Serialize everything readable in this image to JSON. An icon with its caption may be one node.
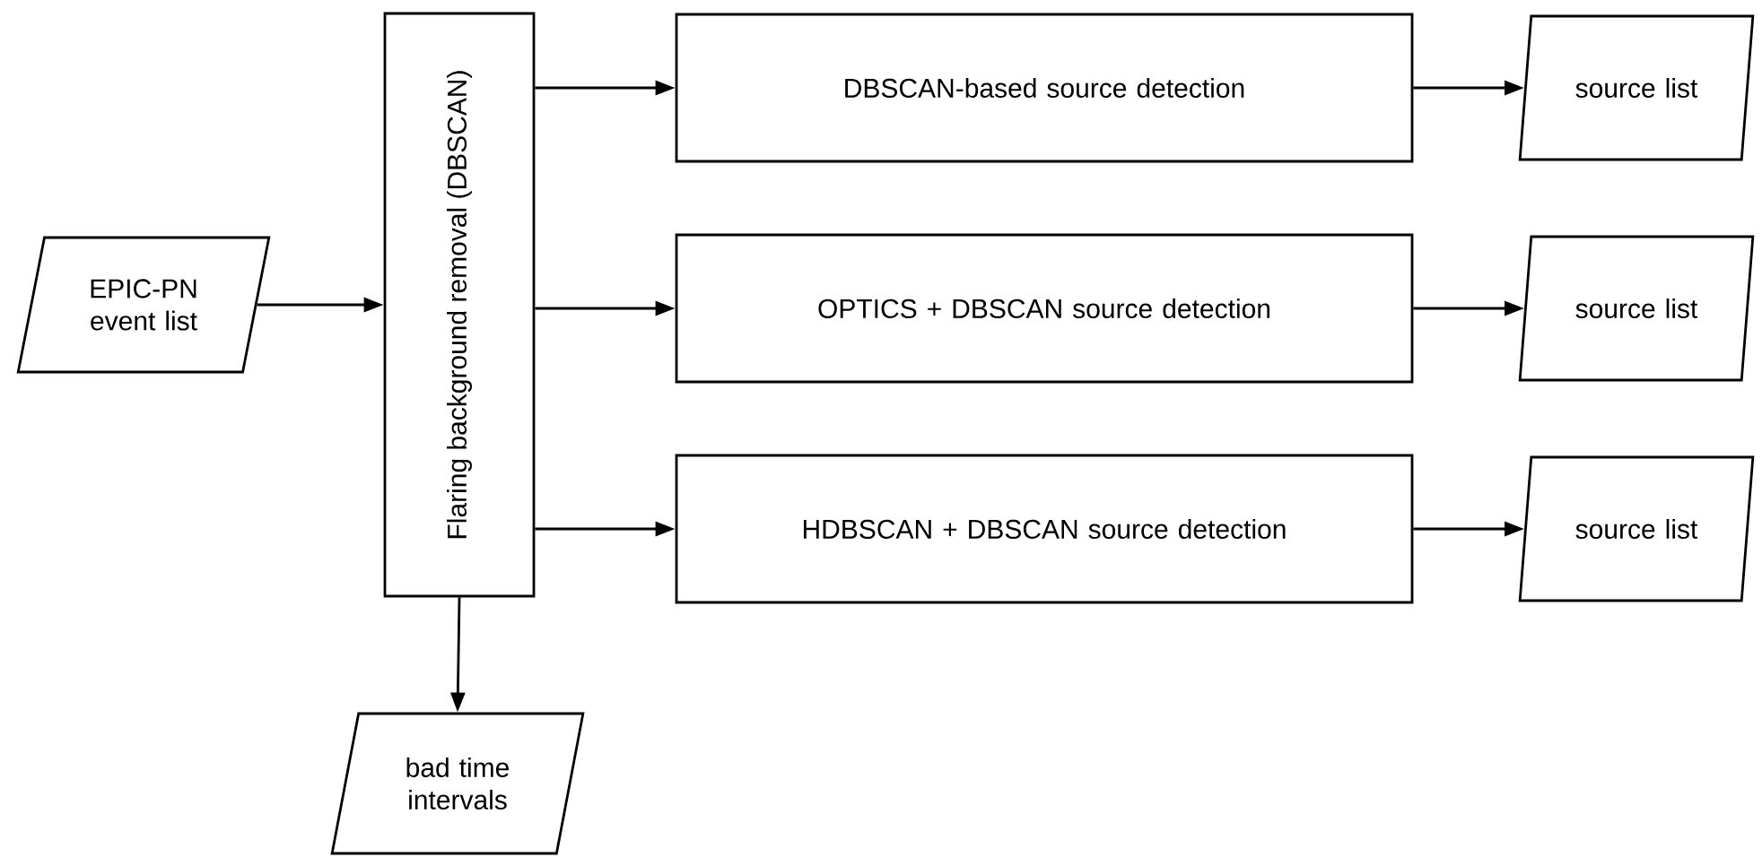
{
  "diagram": {
    "nodes": [
      {
        "text": [
          "EPIC-PN event list"
        ]
      },
      {
        "text": [
          "Flaring background removal (DBSCAN)"
        ]
      },
      {
        "text": [
          "DBSCAN-based source detection"
        ]
      },
      {
        "text": [
          "OPTICS + DBSCAN source detection"
        ]
      },
      {
        "text": [
          "HDBSCAN + DBSCAN source detection"
        ]
      },
      {
        "text": [
          "source list"
        ]
      },
      {
        "text": [
          "source list"
        ]
      },
      {
        "text": [
          "source list"
        ]
      },
      {
        "text": [
          "bad time intervals"
        ]
      }
    ],
    "edges": [
      {
        "from": 0,
        "to": 1,
        "arrow": "to"
      },
      {
        "from": 1,
        "to": 2,
        "arrow": "to"
      },
      {
        "from": 1,
        "to": 3,
        "arrow": "to"
      },
      {
        "from": 1,
        "to": 4,
        "arrow": "to"
      },
      {
        "from": 2,
        "to": 5,
        "arrow": "to"
      },
      {
        "from": 3,
        "to": 6,
        "arrow": "to"
      },
      {
        "from": 4,
        "to": 7,
        "arrow": "to"
      },
      {
        "from": 1,
        "to": 8,
        "arrow": "to"
      }
    ]
  }
}
